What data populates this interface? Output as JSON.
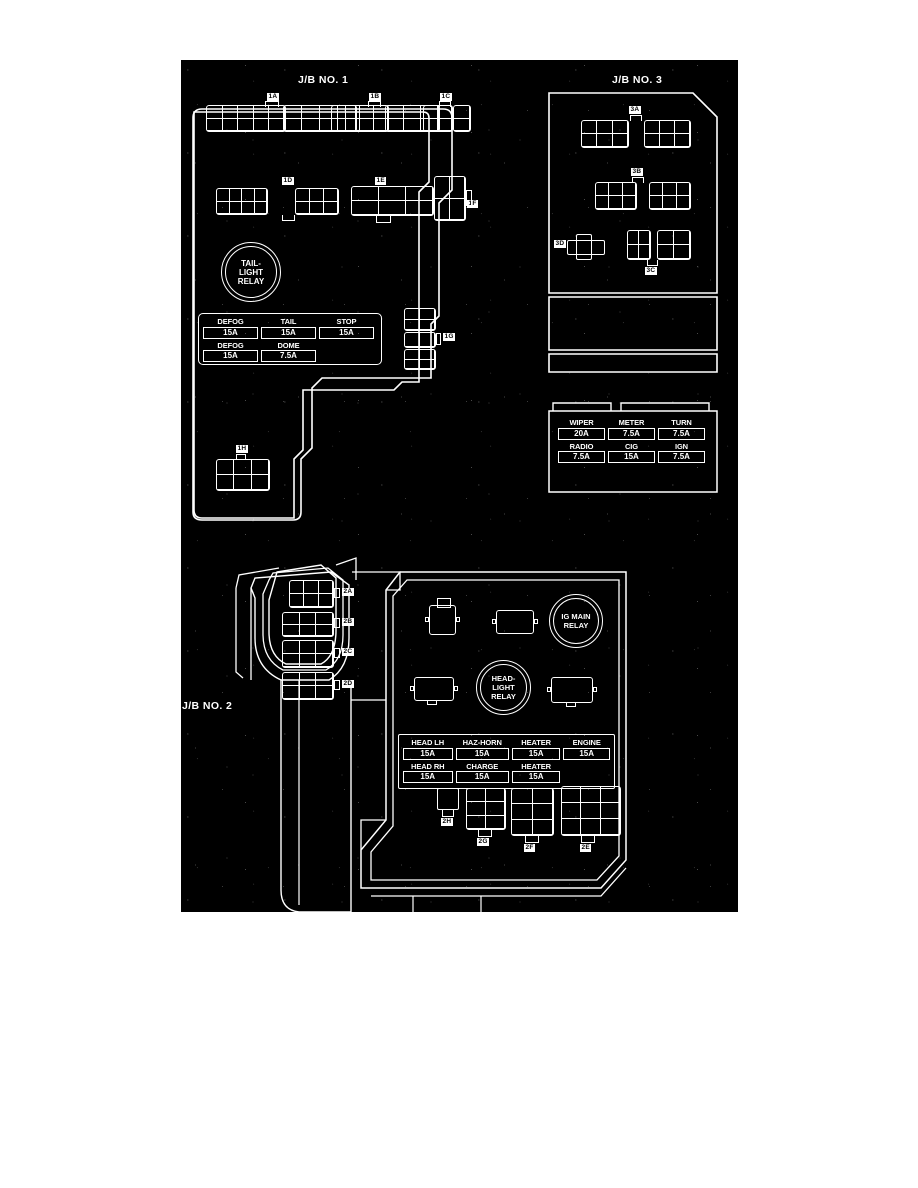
{
  "page": {
    "background": "#ffffff",
    "diagram_background": "#000000",
    "line_color": "#ffffff"
  },
  "titles": {
    "jb1": "J/B NO. 1",
    "jb3": "J/B NO. 3",
    "jb2": "J/B NO. 2"
  },
  "jb1": {
    "connectors": [
      "1A",
      "1B",
      "1C",
      "1D",
      "1E",
      "1F",
      "1G",
      "1H"
    ],
    "relay": "TAIL-\nLIGHT\nRELAY",
    "relay_lines": [
      "TAIL-",
      "LIGHT",
      "RELAY"
    ],
    "fuse_table": {
      "rows": [
        [
          {
            "name": "DEFOG",
            "amp": "15A"
          },
          {
            "name": "TAIL",
            "amp": "15A"
          },
          {
            "name": "STOP",
            "amp": "15A"
          }
        ],
        [
          {
            "name": "DEFOG",
            "amp": "15A"
          },
          {
            "name": "DOME",
            "amp": "7.5A"
          },
          {
            "name": "",
            "amp": ""
          }
        ]
      ]
    }
  },
  "jb3": {
    "connectors": [
      "3A",
      "3B",
      "3C",
      "3D"
    ],
    "fuse_table": {
      "rows": [
        [
          {
            "name": "WIPER",
            "amp": "20A"
          },
          {
            "name": "METER",
            "amp": "7.5A"
          },
          {
            "name": "TURN",
            "amp": "7.5A"
          }
        ],
        [
          {
            "name": "RADIO",
            "amp": "7.5A"
          },
          {
            "name": "CIG",
            "amp": "15A"
          },
          {
            "name": "IGN",
            "amp": "7.5A"
          }
        ]
      ]
    }
  },
  "jb2": {
    "connectors": [
      "2A",
      "2B",
      "2C",
      "2D",
      "2E",
      "2F",
      "2G",
      "2H"
    ],
    "relays": [
      {
        "lines": [
          "IG MAIN",
          "RELAY"
        ]
      },
      {
        "lines": [
          "HEAD-",
          "LIGHT",
          "RELAY"
        ]
      }
    ],
    "relay_ig_main_lines": [
      "IG MAIN",
      "RELAY"
    ],
    "relay_headlight_lines": [
      "HEAD-",
      "LIGHT",
      "RELAY"
    ],
    "fuse_table": {
      "rows": [
        [
          {
            "name": "HEAD LH",
            "amp": "15A"
          },
          {
            "name": "HAZ-HORN",
            "amp": "15A"
          },
          {
            "name": "HEATER",
            "amp": "15A"
          },
          {
            "name": "ENGINE",
            "amp": "15A"
          }
        ],
        [
          {
            "name": "HEAD RH",
            "amp": "15A"
          },
          {
            "name": "CHARGE",
            "amp": "15A"
          },
          {
            "name": "HEATER",
            "amp": "15A"
          },
          {
            "name": "",
            "amp": ""
          }
        ]
      ]
    }
  }
}
